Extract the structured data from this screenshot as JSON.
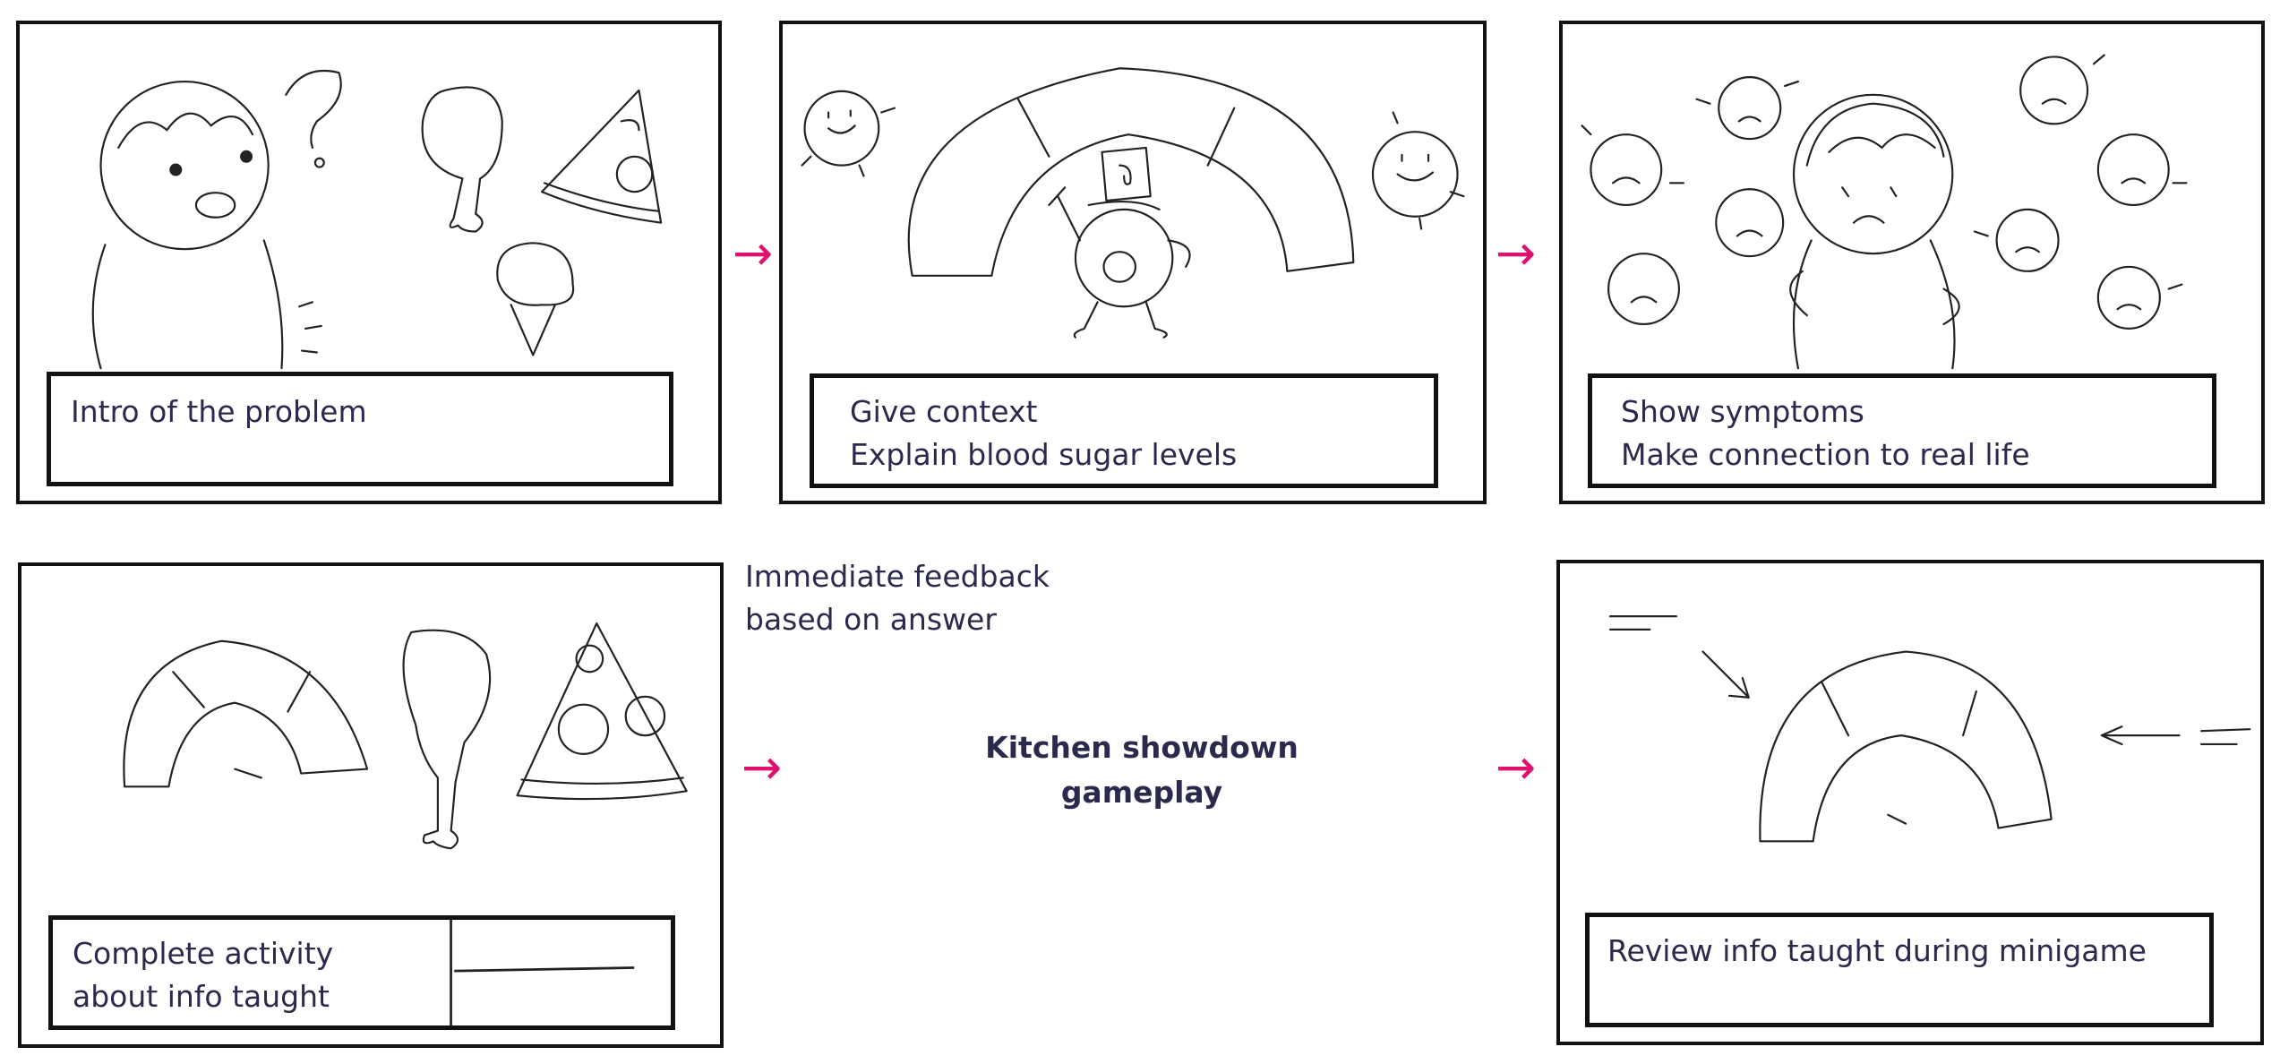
{
  "panels": [
    {
      "lines": [
        "Intro of the problem"
      ]
    },
    {
      "lines": [
        "Give context",
        "Explain blood sugar levels"
      ]
    },
    {
      "lines": [
        "Show symptoms",
        "Make connection to real life"
      ]
    },
    {
      "lines": [
        "Complete activity",
        "about info taught"
      ]
    },
    {
      "lines": [
        "Review info taught during minigame"
      ]
    }
  ],
  "feedback_note": [
    "Immediate feedback",
    "based on answer"
  ],
  "center_step": [
    "Kitchen showdown",
    "gameplay"
  ],
  "arrow_glyph": "→",
  "colors": {
    "arrow": "#e0106e",
    "text": "#2b2a4c",
    "frame": "#111111"
  }
}
